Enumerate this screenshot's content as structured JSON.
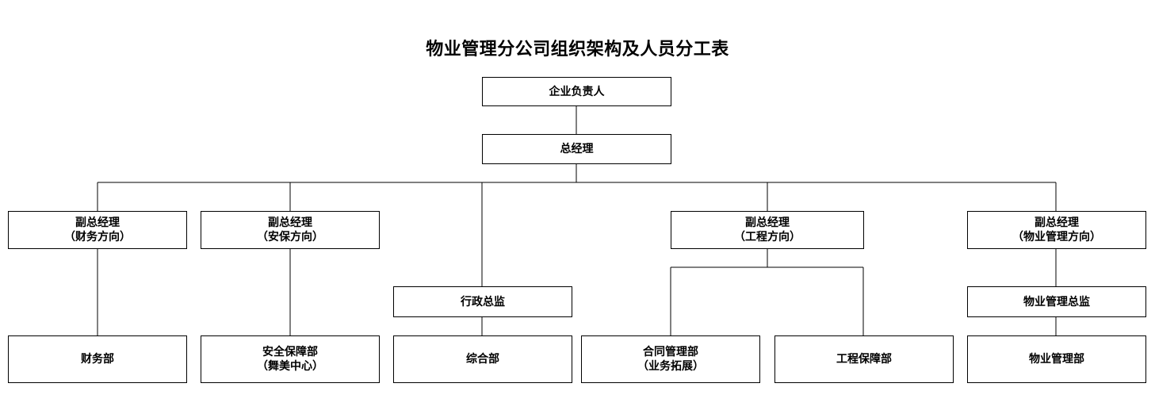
{
  "title": "物业管理分公司组织架构及人员分工表",
  "nodes": {
    "enterprise_head": {
      "line1": "企业负责人"
    },
    "general_manager": {
      "line1": "总经理"
    },
    "vp_finance": {
      "line1": "副总经理",
      "line2": "（财务方向）"
    },
    "vp_security": {
      "line1": "副总经理",
      "line2": "（安保方向）"
    },
    "admin_director": {
      "line1": "行政总监"
    },
    "vp_engineering": {
      "line1": "副总经理",
      "line2": "（工程方向）"
    },
    "vp_property": {
      "line1": "副总经理",
      "line2": "（物业管理方向）"
    },
    "property_director": {
      "line1": "物业管理总监"
    },
    "finance_dept": {
      "line1": "财务部"
    },
    "security_dept": {
      "line1": "安全保障部",
      "line2": "（舞美中心）"
    },
    "general_dept": {
      "line1": "综合部"
    },
    "contract_dept": {
      "line1": "合同管理部",
      "line2": "（业务拓展）"
    },
    "engineering_dept": {
      "line1": "工程保障部"
    },
    "property_dept": {
      "line1": "物业管理部"
    }
  }
}
